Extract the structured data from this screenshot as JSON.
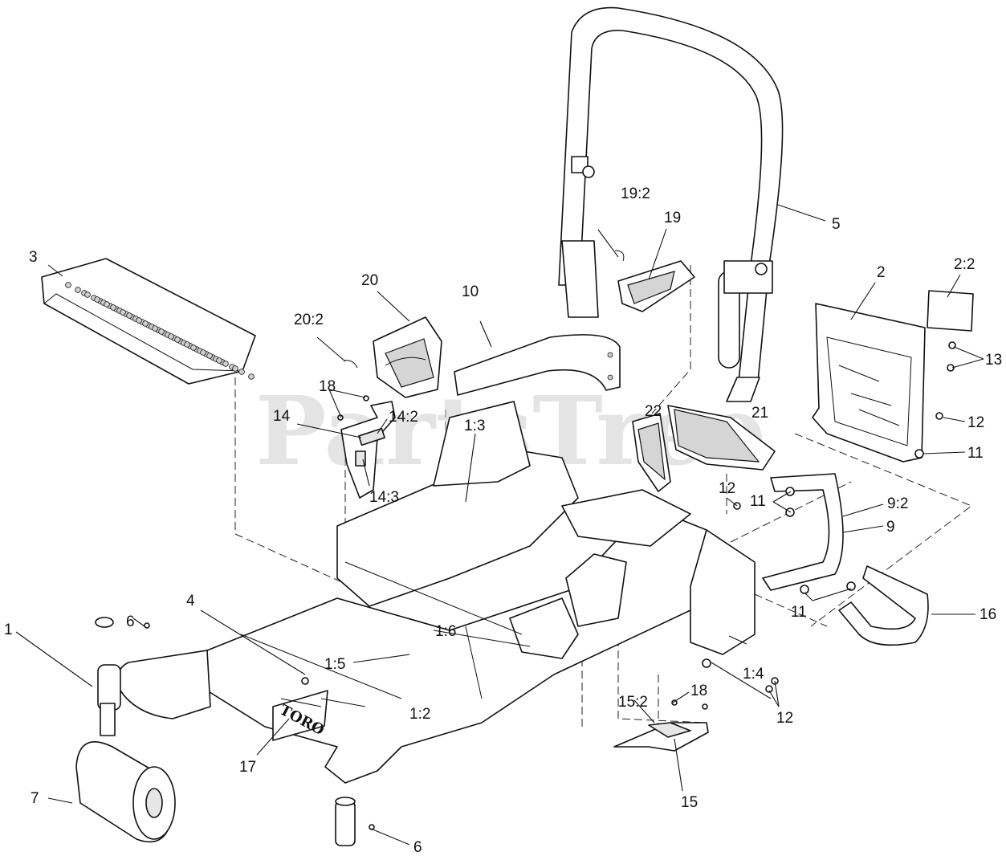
{
  "watermark": "PartsTree",
  "brand_plate": "TORO",
  "callouts": [
    {
      "id": "c-1",
      "label": "1"
    },
    {
      "id": "c-1-2",
      "label": "1:2"
    },
    {
      "id": "c-1-3",
      "label": "1:3"
    },
    {
      "id": "c-1-4",
      "label": "1:4"
    },
    {
      "id": "c-1-5",
      "label": "1:5"
    },
    {
      "id": "c-1-6",
      "label": "1:6"
    },
    {
      "id": "c-2",
      "label": "2"
    },
    {
      "id": "c-2-2",
      "label": "2:2"
    },
    {
      "id": "c-3",
      "label": "3"
    },
    {
      "id": "c-4",
      "label": "4"
    },
    {
      "id": "c-5",
      "label": "5"
    },
    {
      "id": "c-6a",
      "label": "6"
    },
    {
      "id": "c-6b",
      "label": "6"
    },
    {
      "id": "c-7",
      "label": "7"
    },
    {
      "id": "c-9",
      "label": "9"
    },
    {
      "id": "c-9-2",
      "label": "9:2"
    },
    {
      "id": "c-10",
      "label": "10"
    },
    {
      "id": "c-11a",
      "label": "11"
    },
    {
      "id": "c-11b",
      "label": "11"
    },
    {
      "id": "c-11c",
      "label": "11"
    },
    {
      "id": "c-12a",
      "label": "12"
    },
    {
      "id": "c-12b",
      "label": "12"
    },
    {
      "id": "c-12c",
      "label": "12"
    },
    {
      "id": "c-13",
      "label": "13"
    },
    {
      "id": "c-14",
      "label": "14"
    },
    {
      "id": "c-14-2",
      "label": "14:2"
    },
    {
      "id": "c-14-3",
      "label": "14:3"
    },
    {
      "id": "c-15",
      "label": "15"
    },
    {
      "id": "c-15-2",
      "label": "15:2"
    },
    {
      "id": "c-16",
      "label": "16"
    },
    {
      "id": "c-17",
      "label": "17"
    },
    {
      "id": "c-18a",
      "label": "18"
    },
    {
      "id": "c-18b",
      "label": "18"
    },
    {
      "id": "c-19",
      "label": "19"
    },
    {
      "id": "c-19-2",
      "label": "19:2"
    },
    {
      "id": "c-20",
      "label": "20"
    },
    {
      "id": "c-20-2",
      "label": "20:2"
    },
    {
      "id": "c-21",
      "label": "21"
    },
    {
      "id": "c-22",
      "label": "22"
    }
  ]
}
